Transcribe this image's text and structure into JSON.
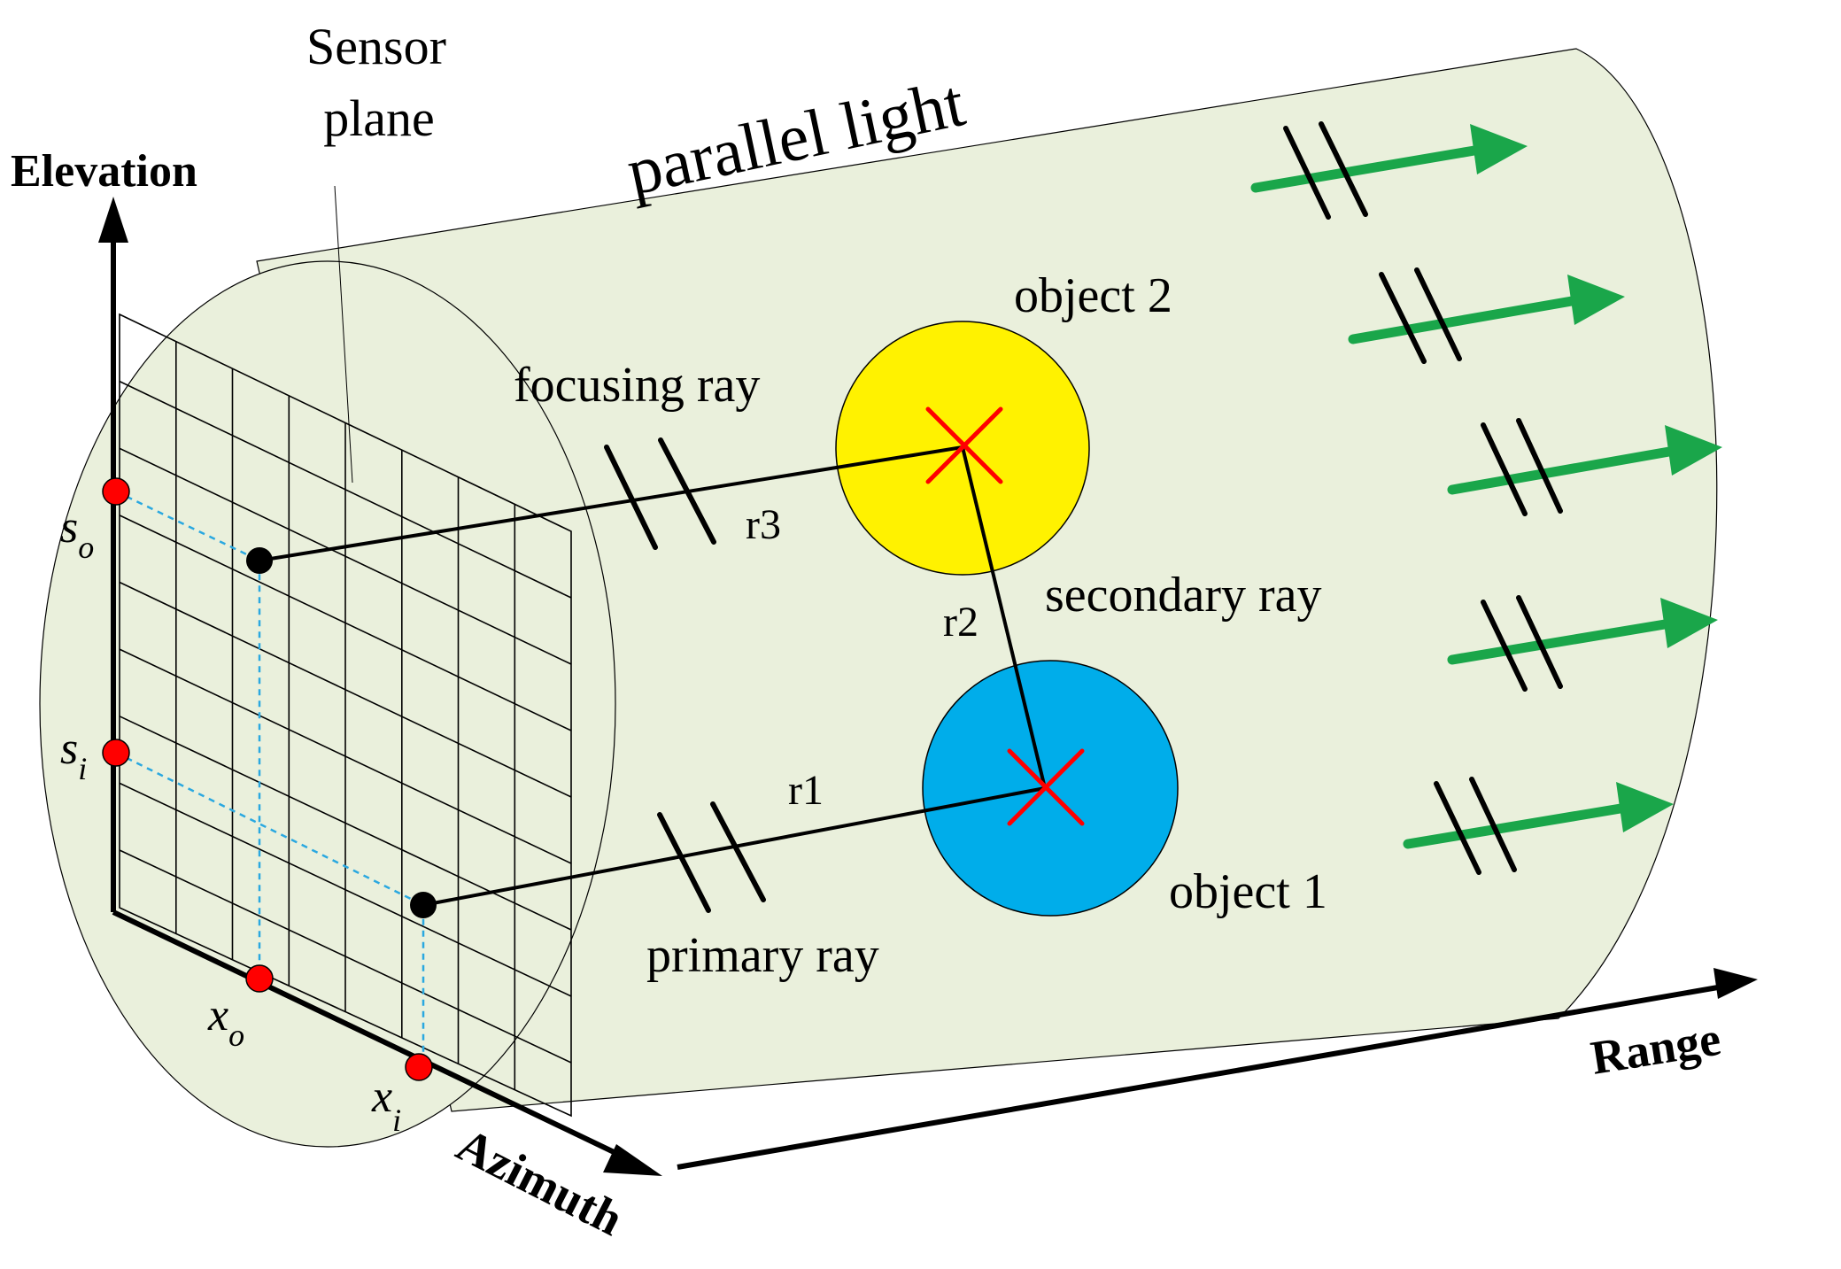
{
  "labels": {
    "sensor_plane_line1": "Sensor",
    "sensor_plane_line2": "plane",
    "parallel_light": "parallel light",
    "elevation": "Elevation",
    "azimuth": "Azimuth",
    "range": "Range",
    "object1": "object 1",
    "object2": "object 2",
    "focusing_ray": "focusing ray",
    "secondary_ray": "secondary ray",
    "primary_ray": "primary ray",
    "r1": "r1",
    "r2": "r2",
    "r3": "r3",
    "s_o_base": "s",
    "s_o_sub": "o",
    "s_i_base": "s",
    "s_i_sub": "i",
    "x_o_base": "x",
    "x_o_sub": "o",
    "x_i_base": "x",
    "x_i_sub": "i"
  },
  "colors": {
    "cylinder_fill": "#eaf0dc",
    "object1_fill": "#00adea",
    "object2_fill": "#fff200",
    "marker_red": "#ff0000",
    "arrow_green": "#1aa64a",
    "dashed_blue": "#2aa8e0"
  }
}
